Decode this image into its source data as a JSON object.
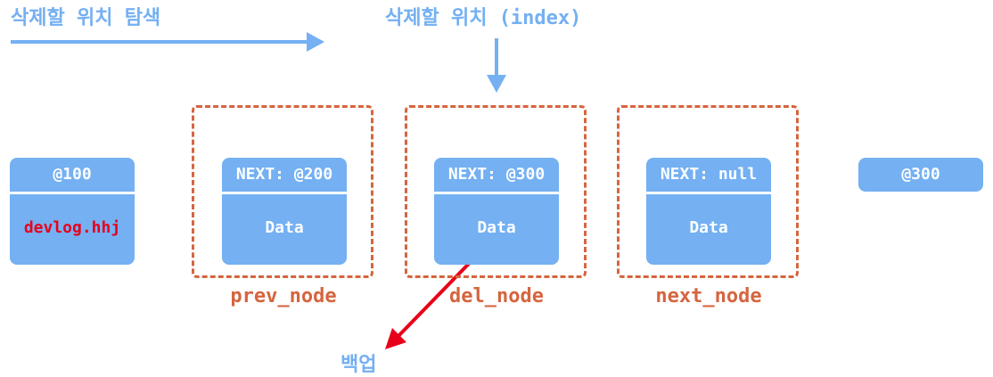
{
  "captions": {
    "search": "삭제할 위치 탐색",
    "delete_position": "삭제할 위치 (index)",
    "backup": "백업"
  },
  "nodes": {
    "head": {
      "header": "@100",
      "body": "devlog.hhj"
    },
    "prev": {
      "header": "NEXT: @200",
      "body": "Data",
      "role": "prev_node"
    },
    "del": {
      "header": "NEXT: @300",
      "body": "Data",
      "role": "del_node"
    },
    "next": {
      "header": "NEXT: null",
      "body": "Data",
      "role": "next_node"
    },
    "tail": {
      "header": "@300"
    }
  },
  "colors": {
    "node_fill": "#74b0f2",
    "dashed_border": "#d5653f",
    "backup_arrow": "#e8001a",
    "head_body_text": "#e8001a"
  }
}
